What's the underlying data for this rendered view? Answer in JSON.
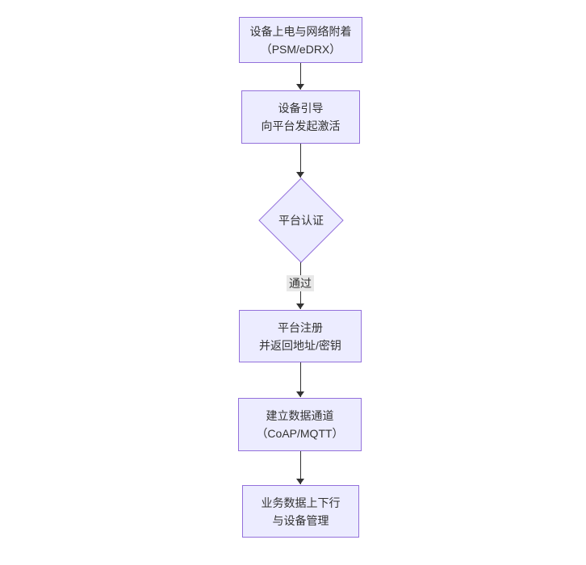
{
  "diagram": {
    "type": "flowchart-vertical",
    "nodes": [
      {
        "id": "power-attach",
        "shape": "rect",
        "lines": [
          "设备上电与网络附着",
          "（PSM/eDRX）"
        ]
      },
      {
        "id": "bootstrap",
        "shape": "rect",
        "lines": [
          "设备引导",
          "向平台发起激活"
        ]
      },
      {
        "id": "platform-auth",
        "shape": "diamond",
        "lines": [
          "平台认证"
        ]
      },
      {
        "id": "register",
        "shape": "rect",
        "lines": [
          "平台注册",
          "并返回地址/密钥"
        ]
      },
      {
        "id": "data-channel",
        "shape": "rect",
        "lines": [
          "建立数据通道",
          "（CoAP/MQTT）"
        ]
      },
      {
        "id": "business-data",
        "shape": "rect",
        "lines": [
          "业务数据上下行",
          "与设备管理"
        ]
      }
    ],
    "edges": [
      {
        "from": "power-attach",
        "to": "bootstrap",
        "label": ""
      },
      {
        "from": "bootstrap",
        "to": "platform-auth",
        "label": ""
      },
      {
        "from": "platform-auth",
        "to": "register",
        "label": "通过"
      },
      {
        "from": "register",
        "to": "data-channel",
        "label": ""
      },
      {
        "from": "data-channel",
        "to": "business-data",
        "label": ""
      }
    ],
    "colors": {
      "node_fill": "#ECECFF",
      "node_border": "#9370DB",
      "edge_line": "#333333",
      "text": "#333333",
      "edge_label_bg": "#e8e8e8",
      "background": "#ffffff"
    }
  }
}
